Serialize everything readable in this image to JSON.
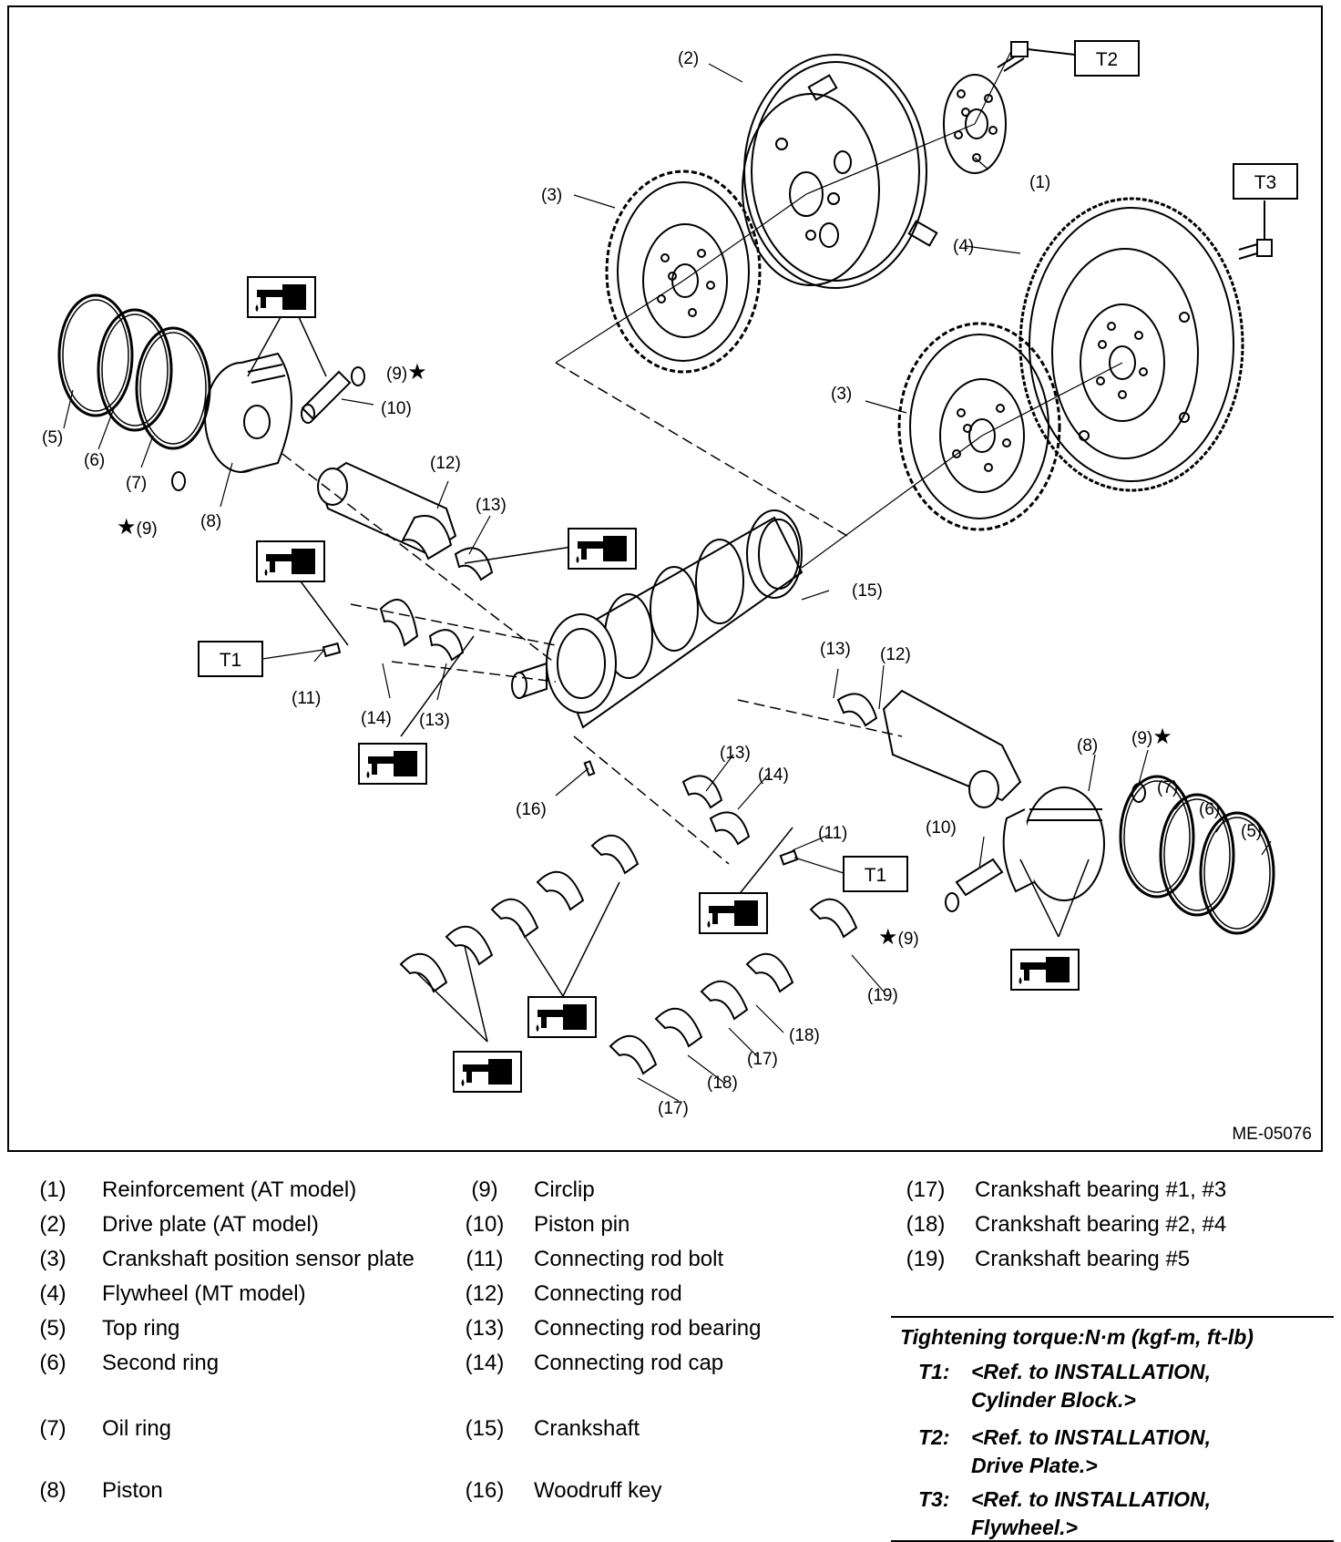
{
  "figure": {
    "id": "ME-05076",
    "callouts": {
      "c1": "(1)",
      "c2": "(2)",
      "c3a": "(3)",
      "c3b": "(3)",
      "c4": "(4)",
      "c5a": "(5)",
      "c5b": "(5)",
      "c6a": "(6)",
      "c6b": "(6)",
      "c7a": "(7)",
      "c7b": "(7)",
      "c8a": "(8)",
      "c8b": "(8)",
      "c9a": "(9)",
      "c9b": "(9)",
      "c9c": "(9)",
      "c9d": "(9)",
      "c10a": "(10)",
      "c10b": "(10)",
      "c11a": "(11)",
      "c11b": "(11)",
      "c12a": "(12)",
      "c12b": "(12)",
      "c13a": "(13)",
      "c13b": "(13)",
      "c13c": "(13)",
      "c13d": "(13)",
      "c14a": "(14)",
      "c14b": "(14)",
      "c15": "(15)",
      "c16": "(16)",
      "c17a": "(17)",
      "c17b": "(17)",
      "c18a": "(18)",
      "c18b": "(18)",
      "c19": "(19)"
    },
    "torque_boxes": {
      "t1a": "T1",
      "t1b": "T1",
      "t2": "T2",
      "t3": "T3"
    },
    "star": "★"
  },
  "legend": {
    "col1": [
      {
        "num": "(1)",
        "text": "Reinforcement (AT model)"
      },
      {
        "num": "(2)",
        "text": "Drive plate (AT model)"
      },
      {
        "num": "(3)",
        "text": "Crankshaft position sensor plate"
      },
      {
        "num": "(4)",
        "text": "Flywheel (MT model)"
      },
      {
        "num": "(5)",
        "text": "Top ring"
      },
      {
        "num": "(6)",
        "text": "Second ring"
      },
      {
        "num": "(7)",
        "text": "Oil ring"
      },
      {
        "num": "(8)",
        "text": "Piston"
      }
    ],
    "col2": [
      {
        "num": "(9)",
        "text": "Circlip"
      },
      {
        "num": "(10)",
        "text": "Piston pin"
      },
      {
        "num": "(11)",
        "text": "Connecting rod bolt"
      },
      {
        "num": "(12)",
        "text": "Connecting rod"
      },
      {
        "num": "(13)",
        "text": "Connecting rod bearing"
      },
      {
        "num": "(14)",
        "text": "Connecting rod cap"
      },
      {
        "num": "(15)",
        "text": "Crankshaft"
      },
      {
        "num": "(16)",
        "text": "Woodruff key"
      }
    ],
    "col3": [
      {
        "num": "(17)",
        "text": "Crankshaft bearing #1, #3"
      },
      {
        "num": "(18)",
        "text": "Crankshaft bearing #2, #4"
      },
      {
        "num": "(19)",
        "text": "Crankshaft bearing #5"
      }
    ]
  },
  "torque": {
    "title": "Tightening torque:N·m (kgf-m, ft-lb)",
    "items": [
      {
        "key": "T1:",
        "line1": "<Ref. to INSTALLATION,",
        "line2": "Cylinder Block.>"
      },
      {
        "key": "T2:",
        "line1": "<Ref. to INSTALLATION,",
        "line2": "Drive Plate.>"
      },
      {
        "key": "T3:",
        "line1": "<Ref. to INSTALLATION,",
        "line2": "Flywheel.>"
      }
    ]
  }
}
